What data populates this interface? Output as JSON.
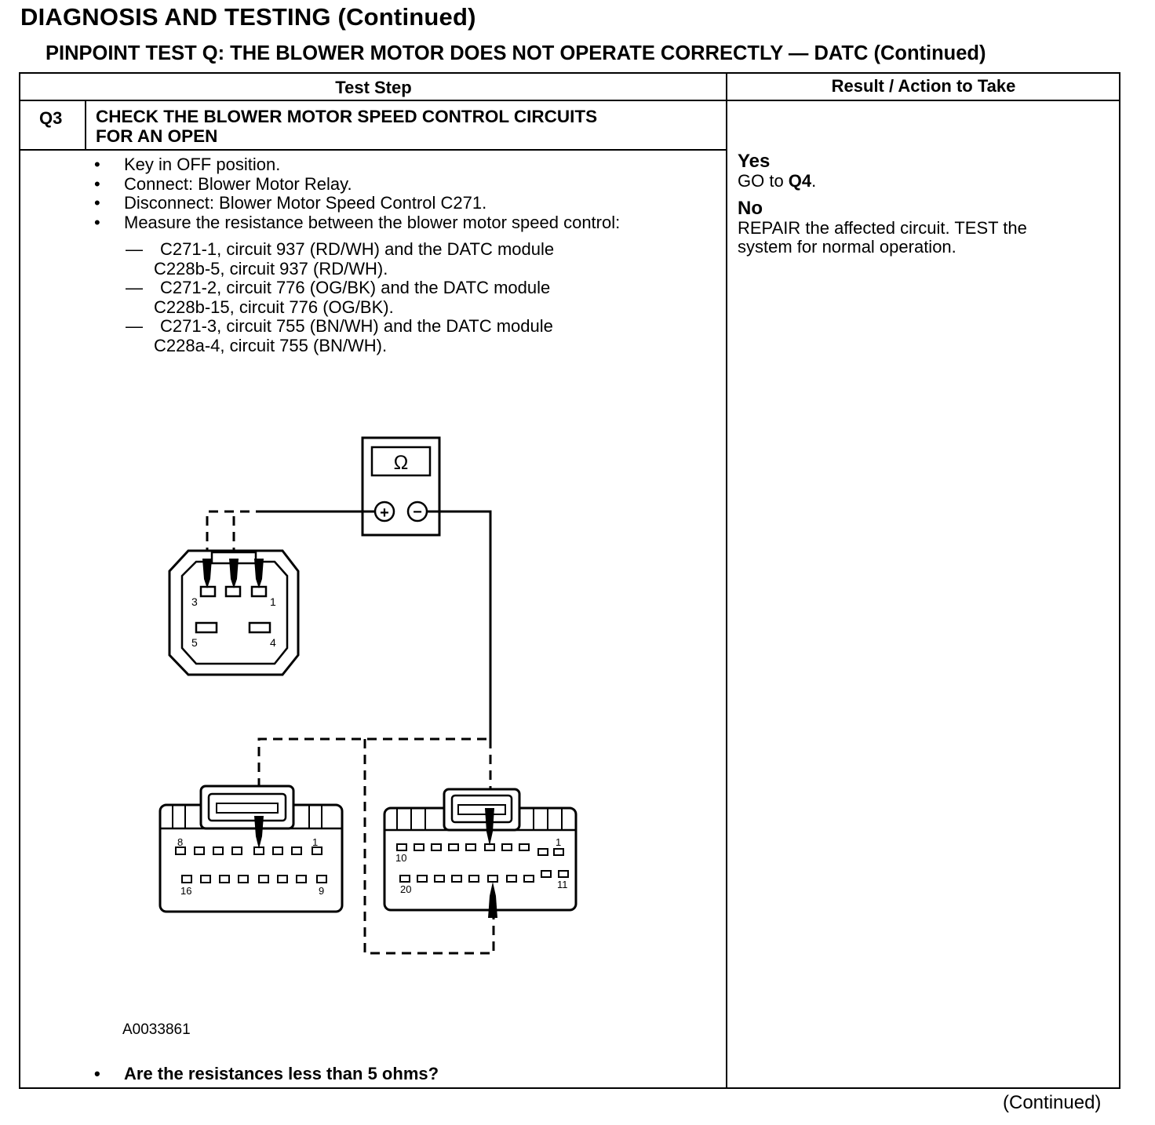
{
  "header": {
    "page_title": "DIAGNOSIS AND TESTING (Continued)",
    "test_title": "PINPOINT TEST Q: THE BLOWER MOTOR DOES NOT OPERATE CORRECTLY — DATC (Continued)"
  },
  "table": {
    "col_test_step": "Test Step",
    "col_result": "Result / Action to Take"
  },
  "step": {
    "id": "Q3",
    "title_line1": "CHECK THE BLOWER MOTOR SPEED CONTROL CIRCUITS",
    "title_line2": "FOR AN OPEN",
    "bullets": [
      "Key in OFF position.",
      "Connect: Blower Motor Relay.",
      "Disconnect: Blower Motor Speed Control C271.",
      "Measure the resistance between the blower motor speed control:"
    ],
    "sub_items": [
      {
        "line1": "C271-1, circuit 937 (RD/WH) and the DATC module",
        "line2": "C228b-5, circuit 937 (RD/WH)."
      },
      {
        "line1": "C271-2, circuit 776 (OG/BK) and the DATC module",
        "line2": "C228b-15, circuit 776 (OG/BK)."
      },
      {
        "line1": "C271-3, circuit 755 (BN/WH) and the DATC module",
        "line2": "C228a-4, circuit 755 (BN/WH)."
      }
    ],
    "bullet_glyph": "•",
    "dash_glyph": "—",
    "figure_id": "A0033861",
    "question": "Are the resistances less than 5 ohms?"
  },
  "diagram": {
    "meter_symbol": "Ω",
    "plus": "+",
    "minus": "−",
    "c271_pins": {
      "p3": "3",
      "p1": "1",
      "p5": "5",
      "p4": "4"
    },
    "c228a_pins": {
      "p8": "8",
      "p1": "1",
      "p16": "16",
      "p9": "9"
    },
    "c228b_pins": {
      "p10": "10",
      "p1": "1",
      "p20": "20",
      "p11": "11"
    }
  },
  "result": {
    "yes_label": "Yes",
    "yes_prefix": "GO to ",
    "yes_target": "Q4",
    "yes_suffix": ".",
    "no_label": "No",
    "no_line1": "REPAIR the affected circuit. TEST the",
    "no_line2": "system for normal operation."
  },
  "footer": {
    "continued": "(Continued)"
  }
}
